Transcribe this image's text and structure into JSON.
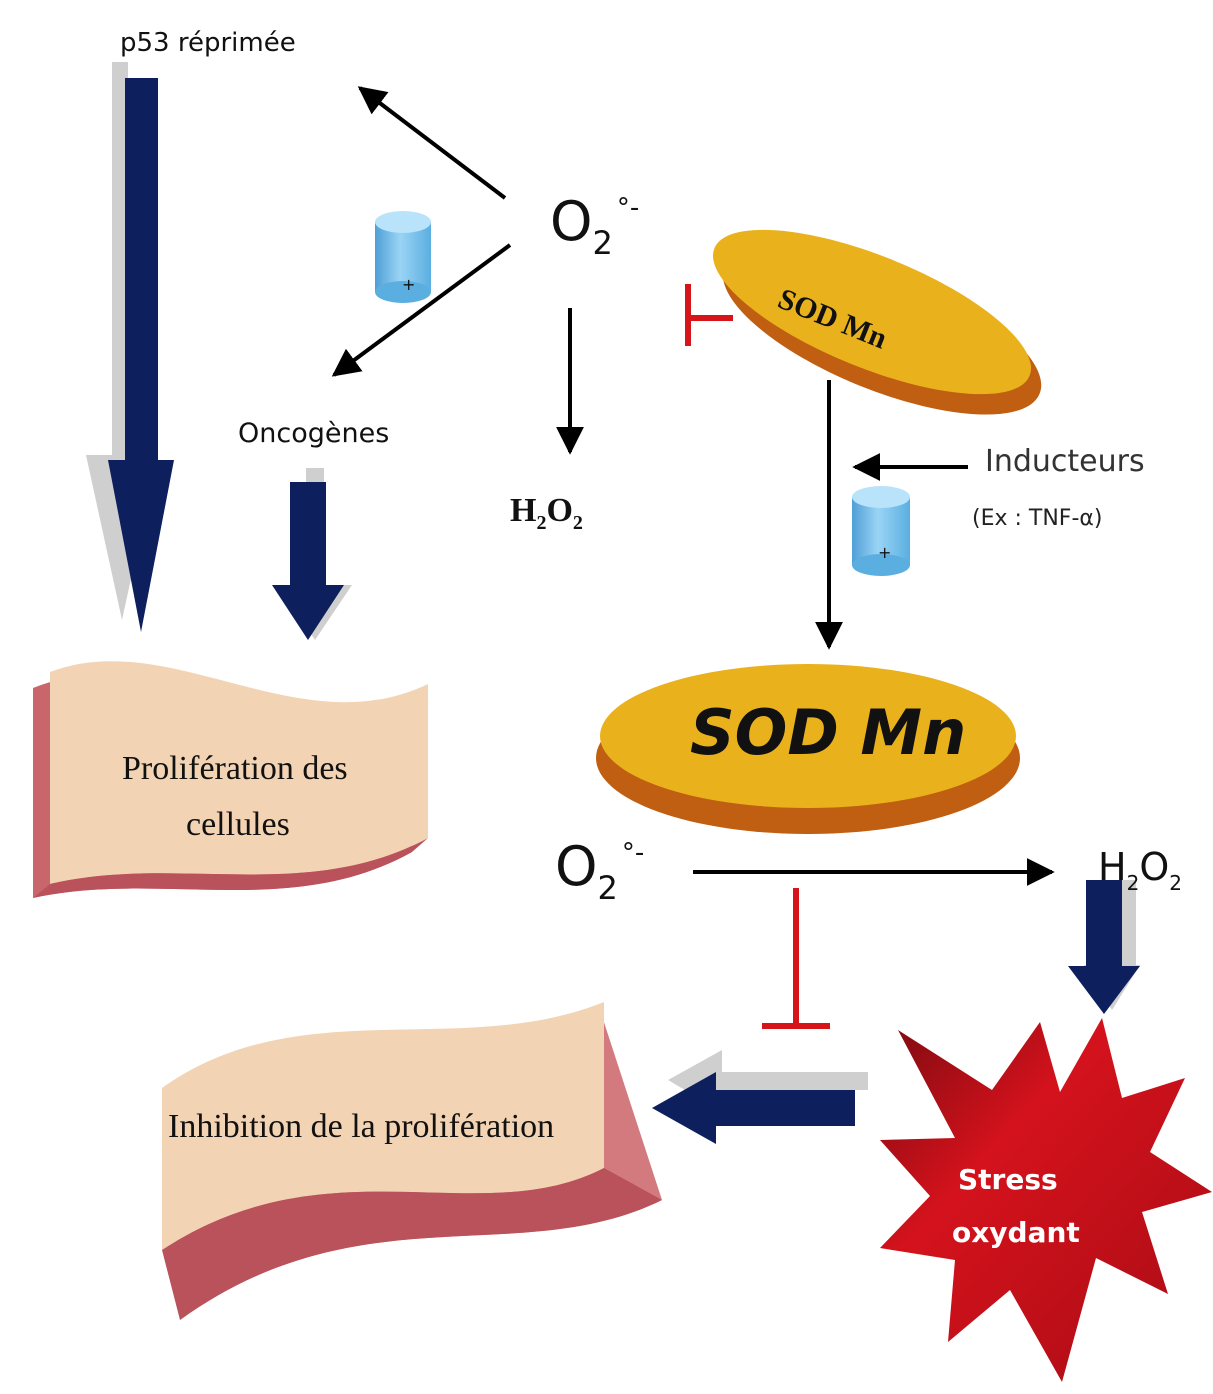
{
  "labels": {
    "p53": "p53 réprimée",
    "oncogenes": "Oncogènes",
    "o2_symbol": "O",
    "o2_sub": "2",
    "o2_charge": "°-",
    "h2o2_h": "H",
    "h2o2_2a": "2",
    "h2o2_o": "O",
    "h2o2_2b": "2",
    "inducteurs": "Inducteurs",
    "inducteurs_example": "(Ex : TNF-α)",
    "plus": "+"
  },
  "nodes": {
    "sod_small": "SOD Mn",
    "sod_large": "SOD Mn",
    "proliferation_line1": "Prolifération des",
    "proliferation_line2": "cellules",
    "inhibition": "Inhibition de la prolifération",
    "stress_line1": "Stress",
    "stress_line2": "oxydant"
  },
  "colors": {
    "navy_arrow": "#0d1f5c",
    "shadow_gray": "#d0d0d0",
    "sod_gold": "#e9b21d",
    "sod_rim": "#c05e12",
    "inhibit_red": "#d6151b",
    "ribbon_face": "#f2d3b3",
    "ribbon_side": "#c9666b",
    "star_red": "#c8101b",
    "cylinder_blue": "#7cc3ec"
  }
}
